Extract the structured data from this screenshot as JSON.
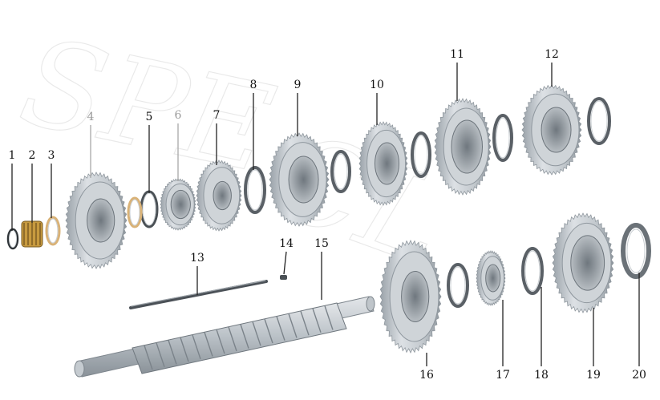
{
  "diagram": {
    "type": "exploded-parts-view",
    "background": "#ffffff",
    "part_color": "#c9ced3",
    "part_shadow": "#8f979e",
    "bearing_color": "#c79a3f",
    "shim_color": "#d9b277",
    "callouts": [
      {
        "label": "1"
      },
      {
        "label": "2"
      },
      {
        "label": "3"
      },
      {
        "label": "4",
        "color": "#9a9a9a"
      },
      {
        "label": "5"
      },
      {
        "label": "6",
        "color": "#9a9a9a"
      },
      {
        "label": "7"
      },
      {
        "label": "8"
      },
      {
        "label": "9"
      },
      {
        "label": "10"
      },
      {
        "label": "11"
      },
      {
        "label": "12"
      },
      {
        "label": "13"
      },
      {
        "label": "14"
      },
      {
        "label": "15"
      },
      {
        "label": "16"
      },
      {
        "label": "17"
      },
      {
        "label": "18"
      },
      {
        "label": "19"
      },
      {
        "label": "20"
      }
    ]
  }
}
